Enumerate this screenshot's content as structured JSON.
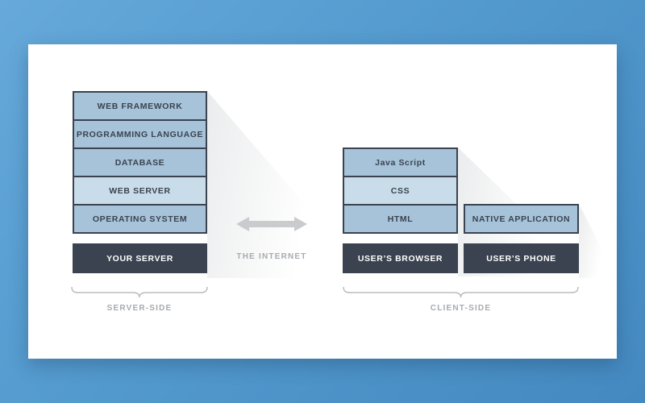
{
  "diagram": {
    "server_stack": {
      "layers": [
        "WEB FRAMEWORK",
        "PROGRAMMING LANGUAGE",
        "DATABASE",
        "WEB SERVER",
        "OPERATING SYSTEM"
      ],
      "base": "YOUR SERVER",
      "group_label": "SERVER-SIDE"
    },
    "internet_label": "THE INTERNET",
    "client_stack": {
      "layers": [
        "Java Script",
        "CSS",
        "HTML"
      ],
      "base": "USER’S BROWSER",
      "native_layer": "NATIVE APPLICATION",
      "native_base": "USER’S PHONE",
      "group_label": "CLIENT-SIDE"
    },
    "colors": {
      "background_blue": "#539ace",
      "box_blue": "#a6c3d9",
      "box_light_blue": "#c9dcea",
      "box_dark": "#3a434f",
      "border": "#3a434f",
      "label_gray": "#a7abb0",
      "arrow_gray": "#c9cbcd",
      "card_white": "#ffffff"
    }
  }
}
